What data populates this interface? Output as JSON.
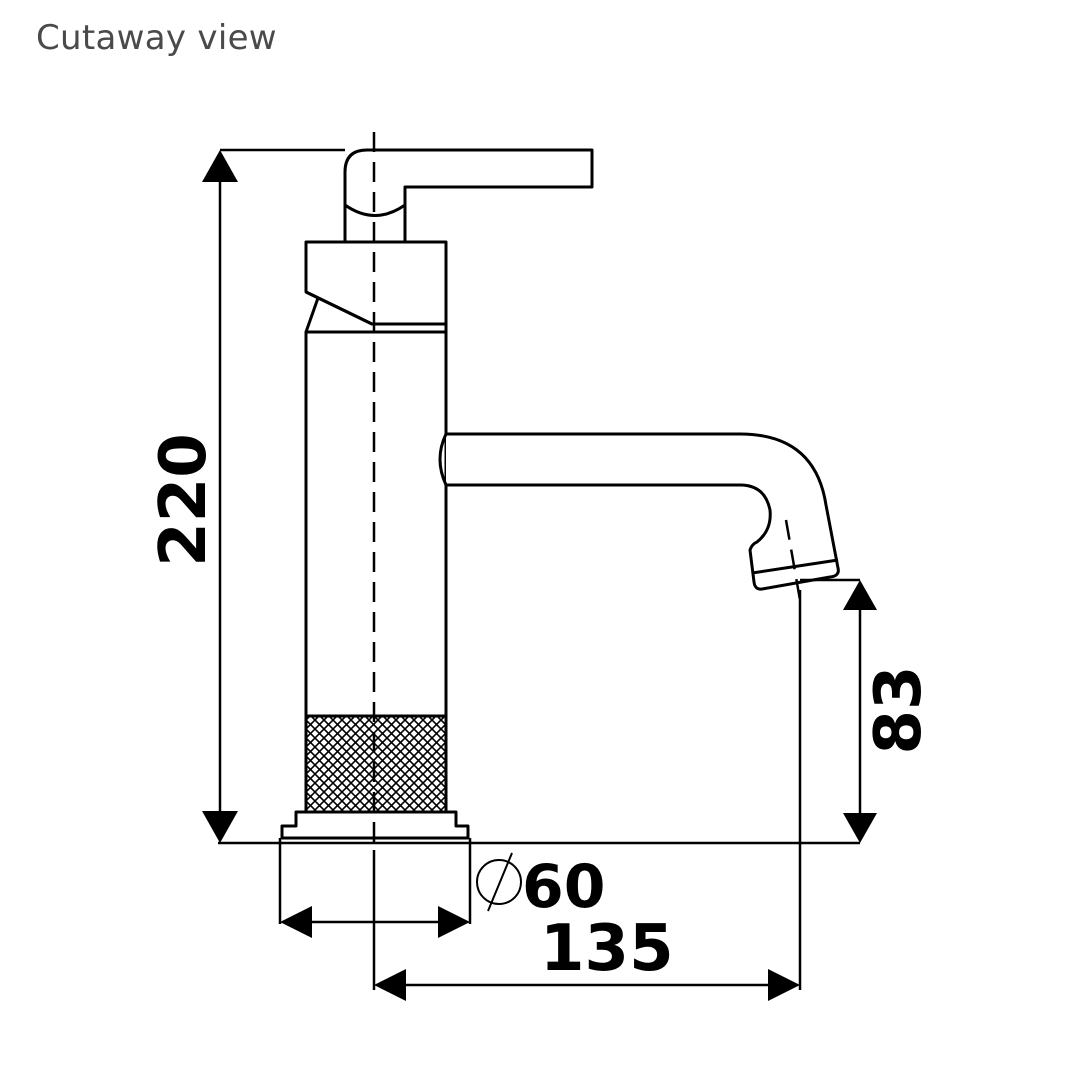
{
  "title": "Cutaway view",
  "dimensions": {
    "total_height": "220",
    "spout_height": "83",
    "base_diameter_symbol": "⌀",
    "base_diameter": "60",
    "spout_reach": "135"
  },
  "colors": {
    "line": "#000000",
    "title_text": "#4a4a4a",
    "background": "#ffffff"
  }
}
